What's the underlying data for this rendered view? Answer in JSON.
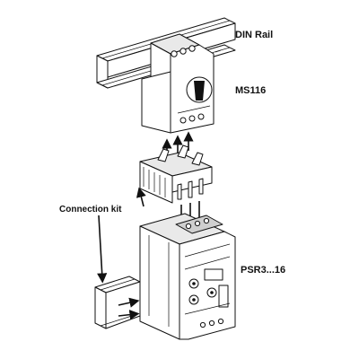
{
  "labels": {
    "din_rail": "DIN Rail",
    "ms116": "MS116",
    "connection_kit": "Connection kit",
    "psr": "PSR3...16"
  }
}
